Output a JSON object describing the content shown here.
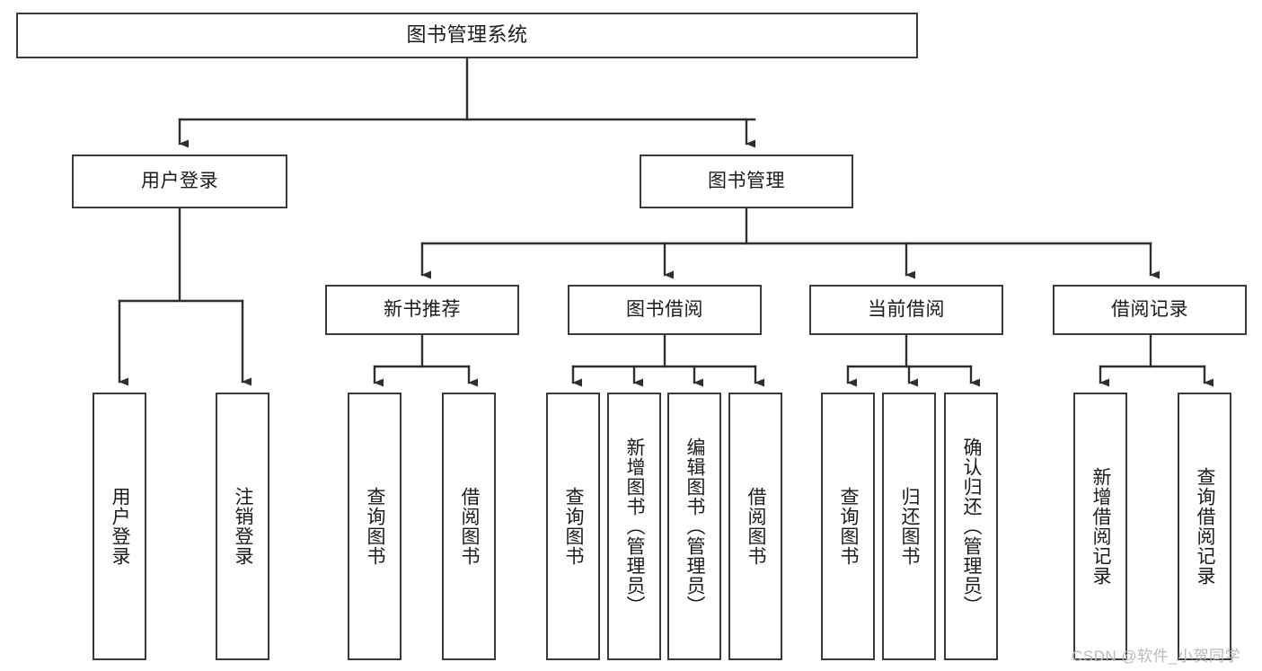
{
  "diagram": {
    "title": "图书管理系统",
    "type": "functional-decomposition-tree",
    "watermark": "CSDN @软件_小贺同学",
    "colors": {
      "background": "#ffffff",
      "box_border": "#3a3a3a",
      "box_fill": "#ffffff",
      "connector": "#2f2f2f",
      "text": "#1b1b1b",
      "watermark": "#b9b9b9"
    }
  },
  "nodes": {
    "root": {
      "label": "图书管理系统",
      "level": 1,
      "orientation": "horizontal"
    },
    "level2": [
      {
        "id": "user-login",
        "label": "用户登录",
        "orientation": "horizontal"
      },
      {
        "id": "book-management",
        "label": "图书管理",
        "orientation": "horizontal"
      }
    ],
    "level3": [
      {
        "id": "new-book-recommend",
        "label": "新书推荐",
        "parent": "book-management",
        "orientation": "horizontal"
      },
      {
        "id": "book-borrow",
        "label": "图书借阅",
        "parent": "book-management",
        "orientation": "horizontal"
      },
      {
        "id": "current-borrow",
        "label": "当前借阅",
        "parent": "book-management",
        "orientation": "horizontal"
      },
      {
        "id": "borrow-record",
        "label": "借阅记录",
        "parent": "book-management",
        "orientation": "horizontal"
      }
    ],
    "leaves": [
      {
        "id": "leaf-user-login",
        "label": "用户登录",
        "parent": "user-login",
        "orientation": "vertical"
      },
      {
        "id": "leaf-user-logout",
        "label": "注销登录",
        "parent": "user-login",
        "orientation": "vertical"
      },
      {
        "id": "leaf-query-book-1",
        "label": "查询图书",
        "parent": "new-book-recommend",
        "orientation": "vertical"
      },
      {
        "id": "leaf-borrow-book-1",
        "label": "借阅图书",
        "parent": "new-book-recommend",
        "orientation": "vertical"
      },
      {
        "id": "leaf-query-book-2",
        "label": "查询图书",
        "parent": "book-borrow",
        "orientation": "vertical"
      },
      {
        "id": "leaf-add-book",
        "label": "新增图书（管理员）",
        "parent": "book-borrow",
        "orientation": "vertical"
      },
      {
        "id": "leaf-edit-book",
        "label": "编辑图书（管理员）",
        "parent": "book-borrow",
        "orientation": "vertical"
      },
      {
        "id": "leaf-borrow-book-2",
        "label": "借阅图书",
        "parent": "book-borrow",
        "orientation": "vertical"
      },
      {
        "id": "leaf-query-book-3",
        "label": "查询图书",
        "parent": "current-borrow",
        "orientation": "vertical"
      },
      {
        "id": "leaf-return-book",
        "label": "归还图书",
        "parent": "current-borrow",
        "orientation": "vertical"
      },
      {
        "id": "leaf-confirm-return",
        "label": "确认归还（管理员）",
        "parent": "current-borrow",
        "orientation": "vertical"
      },
      {
        "id": "leaf-add-record",
        "label": "新增借阅记录",
        "parent": "borrow-record",
        "orientation": "vertical"
      },
      {
        "id": "leaf-query-record",
        "label": "查询借阅记录",
        "parent": "borrow-record",
        "orientation": "vertical"
      }
    ]
  }
}
